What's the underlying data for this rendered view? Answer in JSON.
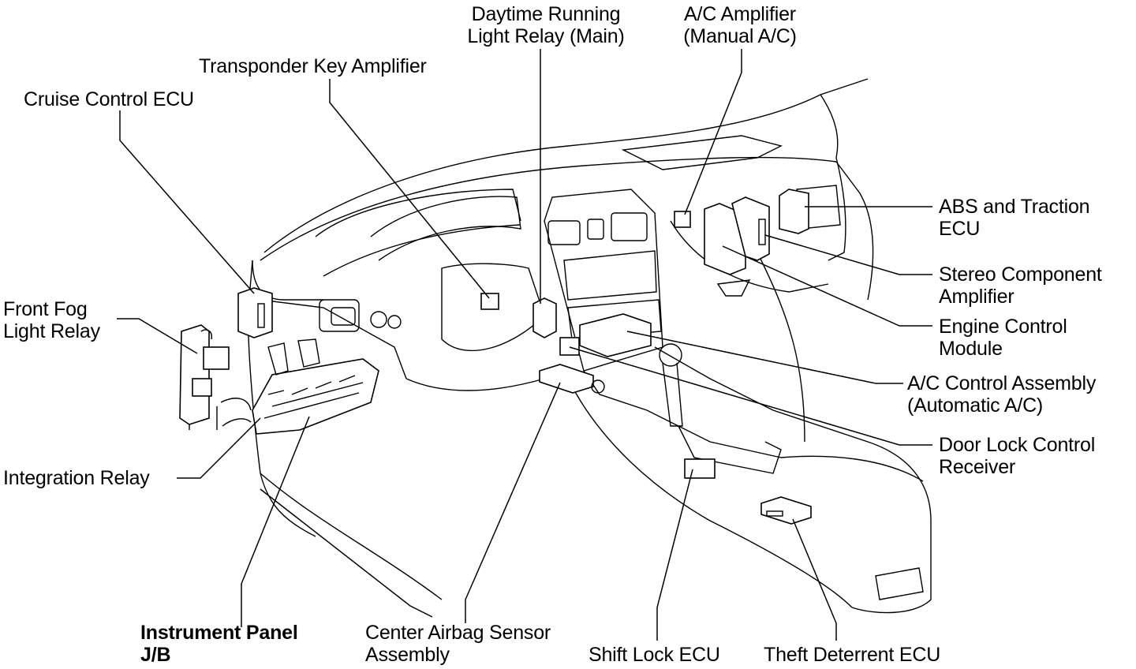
{
  "labels": {
    "daytime_running": "Daytime Running\nLight Relay (Main)",
    "ac_amplifier": "A/C Amplifier\n(Manual A/C)",
    "transponder": "Transponder Key Amplifier",
    "cruise_control": "Cruise Control ECU",
    "abs_traction": "ABS and Traction\nECU",
    "stereo": "Stereo Component\nAmplifier",
    "engine_control": "Engine Control\nModule",
    "front_fog": "Front Fog\nLight Relay",
    "ac_control": "A/C Control Assembly\n(Automatic A/C)",
    "door_lock": "Door Lock Control\nReceiver",
    "integration_relay": "Integration Relay",
    "instrument_panel": "Instrument Panel\nJ/B",
    "center_airbag": "Center Airbag Sensor\nAssembly",
    "shift_lock": "Shift Lock ECU",
    "theft_deterrent": "Theft Deterrent ECU"
  }
}
